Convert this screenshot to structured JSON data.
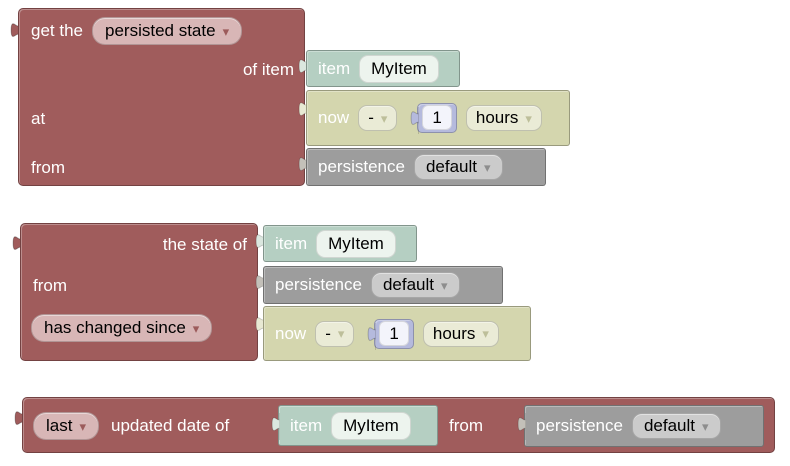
{
  "ui": {
    "dropdown_arrow": "▾"
  },
  "colors": {
    "canvas_bg": "#ffffff",
    "maroon_block": "#a05c5c",
    "pink_dropdown": "#d8b6b6",
    "teal_block": "#b5cfc2",
    "teal_field": "#edf4ee",
    "olive_block": "#d4d6ae",
    "olive_dropdown": "#eaebd6",
    "lavender_block": "#b5badd",
    "lavender_field": "#f3f4fb",
    "gray_block": "#9d9d9d",
    "gray_dropdown": "#cbcbcb",
    "label_text": "#ffffff",
    "field_text": "#000000"
  },
  "block_get_persisted_state": {
    "get_the": "get the",
    "method": "persisted state",
    "of_item": "of item",
    "at": "at",
    "from": "from",
    "item": {
      "label": "item",
      "name": "MyItem"
    },
    "datetime": {
      "now": "now",
      "op": "-",
      "value": "1",
      "unit": "hours"
    },
    "persistence": {
      "label": "persistence",
      "service": "default"
    }
  },
  "block_state_check": {
    "the_state_of": "the state of",
    "from": "from",
    "condition": "has changed since",
    "item": {
      "label": "item",
      "name": "MyItem"
    },
    "persistence": {
      "label": "persistence",
      "service": "default"
    },
    "datetime": {
      "now": "now",
      "op": "-",
      "value": "1",
      "unit": "hours"
    }
  },
  "block_last_updated": {
    "ordinal": "last",
    "updated_date_of": "updated date of",
    "from": "from",
    "item": {
      "label": "item",
      "name": "MyItem"
    },
    "persistence": {
      "label": "persistence",
      "service": "default"
    }
  }
}
